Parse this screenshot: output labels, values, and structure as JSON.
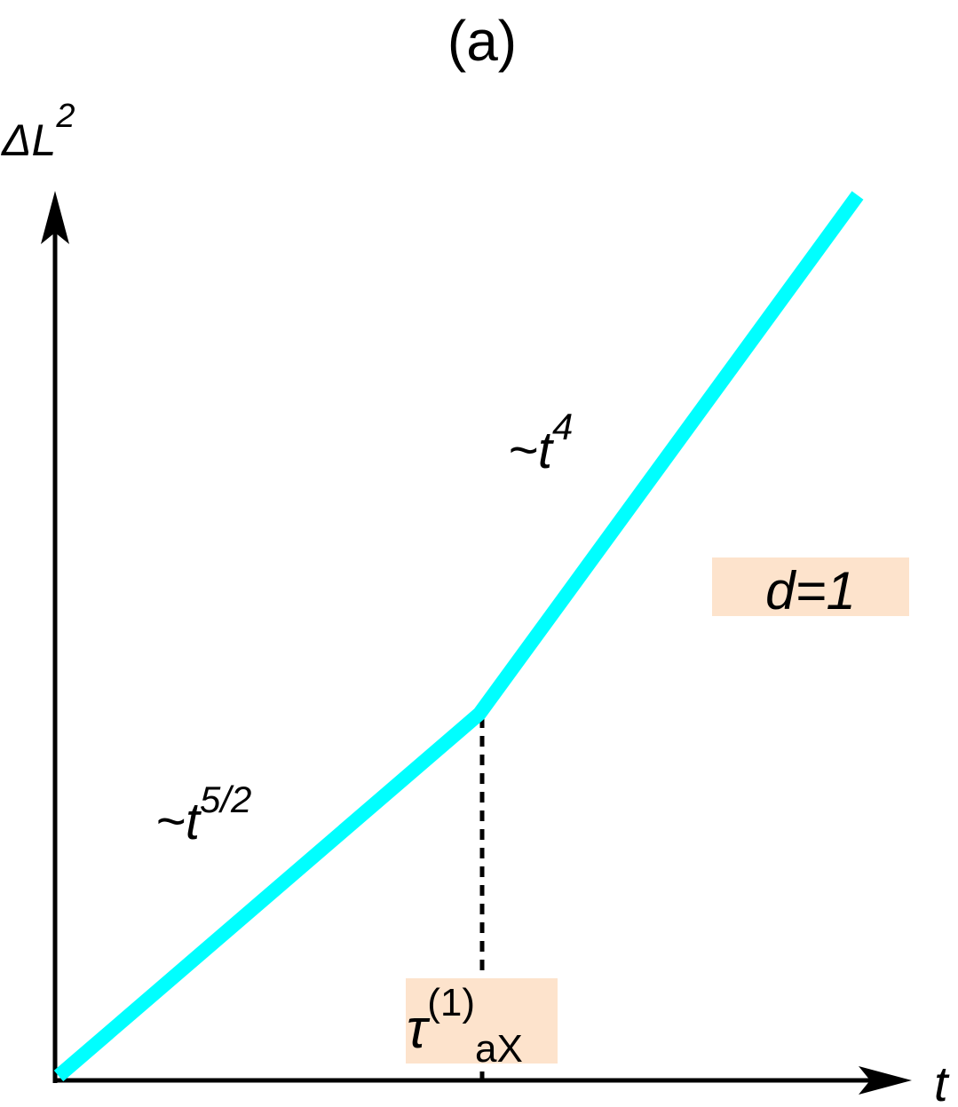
{
  "title": "(a)",
  "y_axis": {
    "label_main": "ΔL",
    "label_sup": "2"
  },
  "x_axis": {
    "label": "t"
  },
  "annotations": {
    "early_slope": {
      "prefix": "~t",
      "exponent": "5/2"
    },
    "late_slope": {
      "prefix": "~t",
      "exponent": "4"
    },
    "dimension": "d=1",
    "crossover": {
      "symbol": "τ",
      "sup": "(1)",
      "sub": "aX"
    }
  },
  "colors": {
    "curve": "#00ffff",
    "label_box": "#fde3cc",
    "axes": "#000000"
  }
}
